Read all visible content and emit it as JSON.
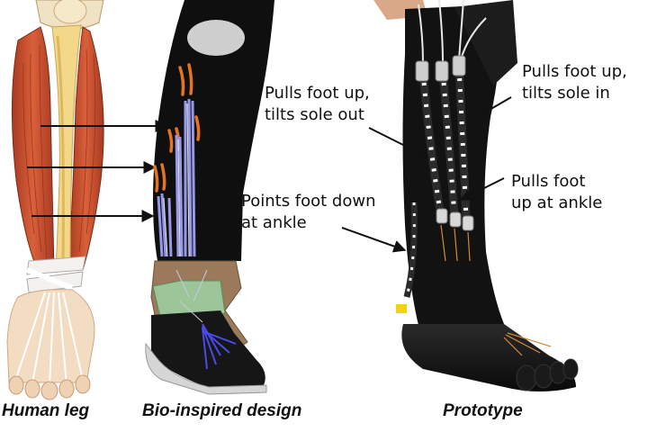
{
  "panels": [
    {
      "caption": "Human leg"
    },
    {
      "caption": "Bio-inspired design"
    },
    {
      "caption": "Prototype"
    }
  ],
  "annotations": [
    {
      "line1": "Pulls foot up,",
      "line2": "tilts sole out"
    },
    {
      "line1": "Pulls foot up,",
      "line2": "tilts sole in"
    },
    {
      "line1": "Pulls foot",
      "line2": "up at ankle"
    },
    {
      "line1": "Points foot down",
      "line2": "at ankle"
    }
  ],
  "colors": {
    "muscle": "#c8502e",
    "tendon": "#f1d79a",
    "sleeve": "#111111",
    "actuator": "#8a8ae0",
    "ankle_band": "#9a7a5a",
    "ankle_pad": "#9cc59a"
  }
}
